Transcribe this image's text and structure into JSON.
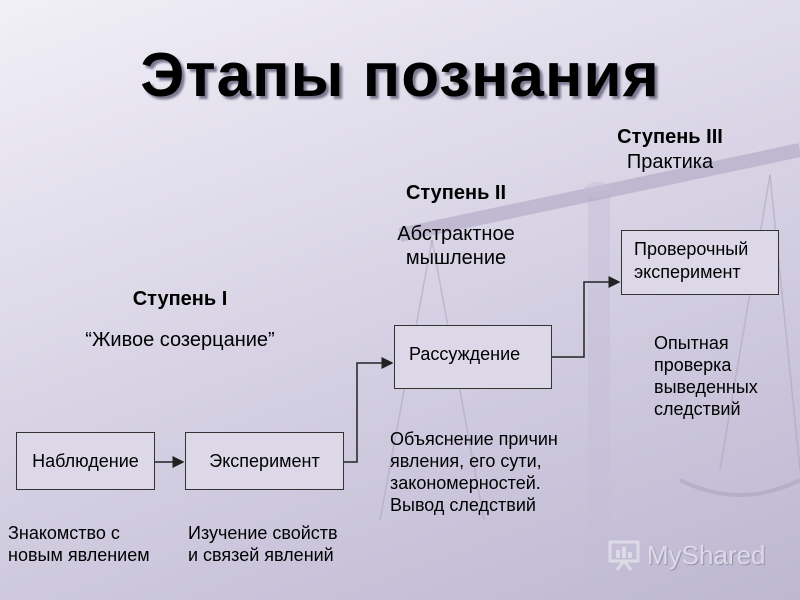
{
  "title": "Этапы познания",
  "stages": [
    {
      "title": "Ступень I",
      "subtitle": "“Живое созерцание”"
    },
    {
      "title": "Ступень II",
      "subtitle_line1": "Абстрактное",
      "subtitle_line2": "мышление"
    },
    {
      "title": "Ступень III",
      "subtitle": "Практика"
    }
  ],
  "boxes": {
    "observation": "Наблюдение",
    "experiment": "Эксперимент",
    "reasoning": "Рассуждение",
    "verification_line1": "Проверочный",
    "verification_line2": "эксперимент"
  },
  "captions": {
    "observation": [
      "Знакомство с",
      "новым явлением"
    ],
    "experiment": [
      "Изучение свойств",
      "и связей явлений"
    ],
    "reasoning": [
      "Объяснение причин",
      "явления, его сути,",
      "закономерностей.",
      "Вывод следствий"
    ],
    "verification": [
      "Опытная",
      "проверка",
      "выведенных",
      "следствий"
    ]
  },
  "watermark": "MyShared"
}
